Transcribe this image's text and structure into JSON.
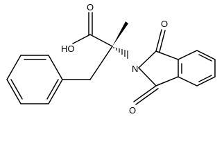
{
  "diagram": {
    "type": "chemical-structure",
    "atoms": {
      "oxygen_acid_carbonyl": "O",
      "hydroxyl": "HO",
      "oxygen_imide_top": "O",
      "nitrogen": "N",
      "oxygen_imide_bottom": "O"
    },
    "stereo_bonds": [
      "wedge",
      "hashed-wedge"
    ],
    "colors": {
      "ink": "#000000",
      "background": "#ffffff"
    }
  }
}
